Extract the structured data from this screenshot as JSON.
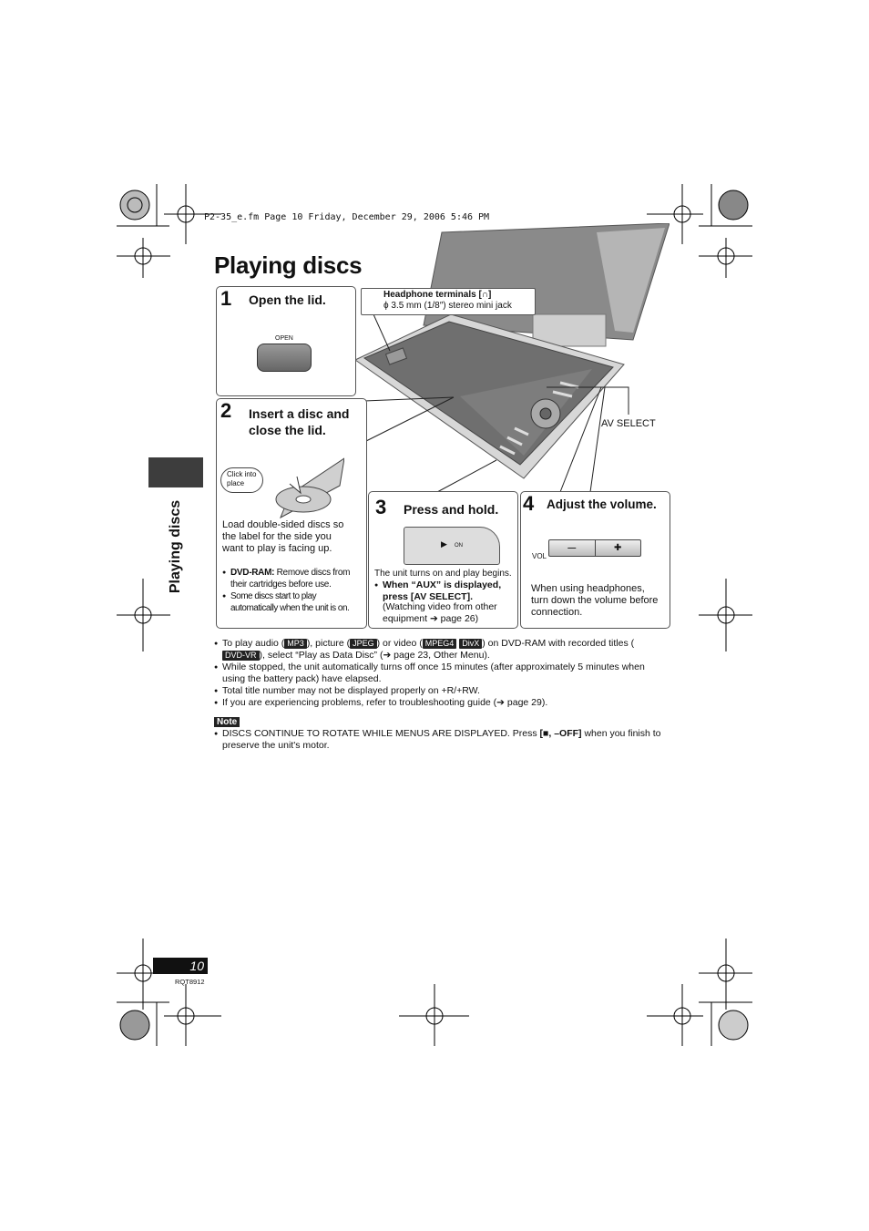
{
  "header": {
    "file_line": "P2-35_e.fm  Page 10  Friday, December 29, 2006  5:46 PM"
  },
  "title": "Playing discs",
  "sidebar_label": "Playing discs",
  "steps": [
    {
      "num": "1",
      "heading": "Open the lid.",
      "button_label": "OPEN"
    },
    {
      "num": "2",
      "heading_line1": "Insert a disc and",
      "heading_line2": "close the lid.",
      "callout_line1": "Click into",
      "callout_line2": "place",
      "body": "Load double-sided discs so the label for the side you want to play is facing up.",
      "bullet1_bold": "DVD-RAM:",
      "bullet1_text": " Remove discs from their cartridges before use.",
      "bullet2": "Some discs start to play automatically when the unit is on."
    },
    {
      "num": "3",
      "heading": "Press and hold.",
      "button_label": "ON",
      "body": "The unit turns on and play begins.",
      "bullet_bold": "When “AUX” is displayed, press [AV SELECT].",
      "bullet_text": "(Watching video from other equipment ➔ page 26)"
    },
    {
      "num": "4",
      "heading": "Adjust the volume.",
      "vol_label": "VOL",
      "minus": "—",
      "plus": "✚",
      "body": "When using headphones, turn down the volume before connection."
    }
  ],
  "callouts": {
    "headphone_title": "Headphone terminals [∩]",
    "headphone_detail": "ϕ 3.5 mm (1/8″) stereo mini jack",
    "av_select": "AV SELECT"
  },
  "notes": {
    "n1_a": "To play audio (",
    "n1_badge1": "MP3",
    "n1_b": "), picture (",
    "n1_badge2": "JPEG",
    "n1_c": ") or video (",
    "n1_badge3": "MPEG4",
    "n1_badge4": "DivX",
    "n1_d": ") on DVD-RAM with recorded titles (",
    "n1_badge5": "DVD-VR",
    "n1_e": "), select “Play as Data Disc” (➔ page 23, Other Menu).",
    "n2": "While stopped, the unit automatically turns off once 15 minutes (after approximately 5 minutes when using the battery pack) have elapsed.",
    "n3": "Total title number may not be displayed properly on +R/+RW.",
    "n4": "If you are experiencing problems, refer to troubleshooting guide (➔ page 29).",
    "note_label": "Note",
    "note_a": "DISCS CONTINUE TO ROTATE WHILE MENUS ARE DISPLAYED. Press ",
    "note_bold": "[■, –OFF]",
    "note_b": " when you finish to preserve the unit's motor."
  },
  "footer": {
    "page": "10",
    "code": "RQT8912"
  }
}
